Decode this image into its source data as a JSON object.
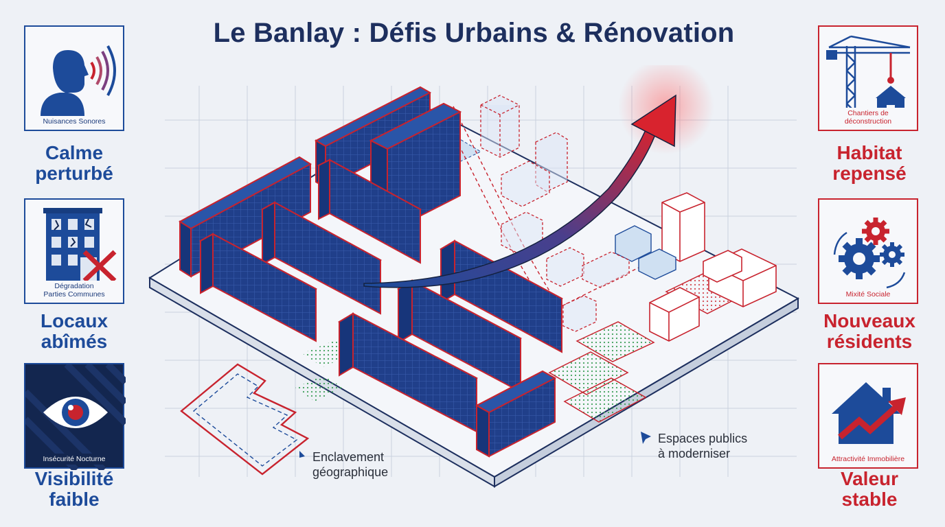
{
  "title": "Le Banlay : Défis Urbains & Rénovation",
  "left_panels": [
    {
      "caption": "Nuisances Sonores",
      "subtitle_line1": "Calme",
      "subtitle_line2": "perturbé",
      "icon": "person-noise-icon"
    },
    {
      "caption_line1": "Dégradation",
      "caption_line2": "Parties Communes",
      "subtitle_line1": "Locaux",
      "subtitle_line2": "abîmés",
      "icon": "damaged-building-icon"
    },
    {
      "caption": "Insécurité Nocturne",
      "subtitle_line1": "Visibilité",
      "subtitle_line2": "faible",
      "icon": "eye-icon"
    }
  ],
  "right_panels": [
    {
      "caption": "Chantiers de déconstruction",
      "subtitle_line1": "Habitat",
      "subtitle_line2": "repensé",
      "icon": "crane-icon"
    },
    {
      "caption": "Mixité Sociale",
      "subtitle_line1": "Nouveaux",
      "subtitle_line2": "résidents",
      "icon": "gears-icon"
    },
    {
      "caption": "Attractivité Immobilière",
      "subtitle_line1": "Valeur",
      "subtitle_line2": "stable",
      "icon": "house-growth-icon"
    }
  ],
  "annotations": {
    "enclavement_line1": "Enclavement",
    "enclavement_line2": "géographique",
    "espaces_line1": "Espaces publics",
    "espaces_line2": "à moderniser"
  },
  "colors": {
    "navy": "#1d2f5e",
    "blue": "#1d4b9a",
    "red": "#c8232e",
    "background": "#eef1f6"
  }
}
